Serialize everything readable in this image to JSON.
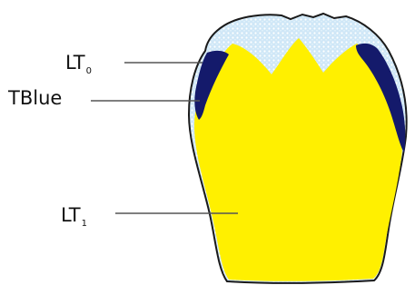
{
  "labels": {
    "lt0": {
      "main": "LT",
      "sub": "0"
    },
    "tblue": {
      "main": "TBlue"
    },
    "lt1": {
      "main": "LT",
      "sub": "1"
    }
  },
  "colors": {
    "outer_layer": "#cfe7f7",
    "outer_layer_dots": "#ffffff",
    "core": "#fff000",
    "dark_band": "#141a6b",
    "outline": "#1a1a1a",
    "leader_line": "#555555"
  }
}
